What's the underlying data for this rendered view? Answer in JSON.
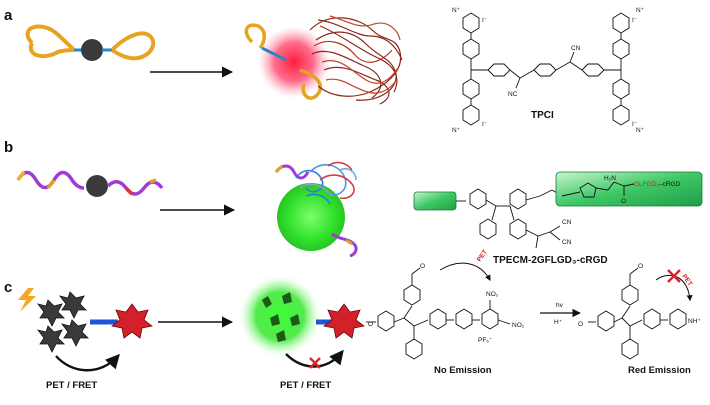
{
  "panels": [
    {
      "letter": "a",
      "compound": "TPCI"
    },
    {
      "letter": "b",
      "compound": "TPECM-2GFLGD₃-cRGD"
    },
    {
      "letter": "c"
    }
  ],
  "panel_a": {
    "iodide_1": "I⁻",
    "iodide_2": "I⁻",
    "iodide_3": "I⁻",
    "iodide_4": "I⁻",
    "nitrogen_plus": "N⁺",
    "nitrile_1": "NC",
    "nitrile_2": "CN"
  },
  "panel_b": {
    "peptide_prefix": "GLFGD₃",
    "peptide_suffix": "–cRGD",
    "amine": "H₂N",
    "carbonyl": "O",
    "nitrile_1": "CN",
    "nitrile_2": "CN"
  },
  "panel_c": {
    "pet_fret_1": "PET / FRET",
    "pet_fret_2": "PET / FRET",
    "pet_tag_1": "PET",
    "pet_tag_2": "PET",
    "nitro": "NO₂",
    "counterion": "PF₆⁻",
    "hv": "hv",
    "proton": "H⁺",
    "no_emission": "No Emission",
    "red_emission": "Red Emission",
    "nh_plus": "NH⁺",
    "methoxy": "O"
  }
}
